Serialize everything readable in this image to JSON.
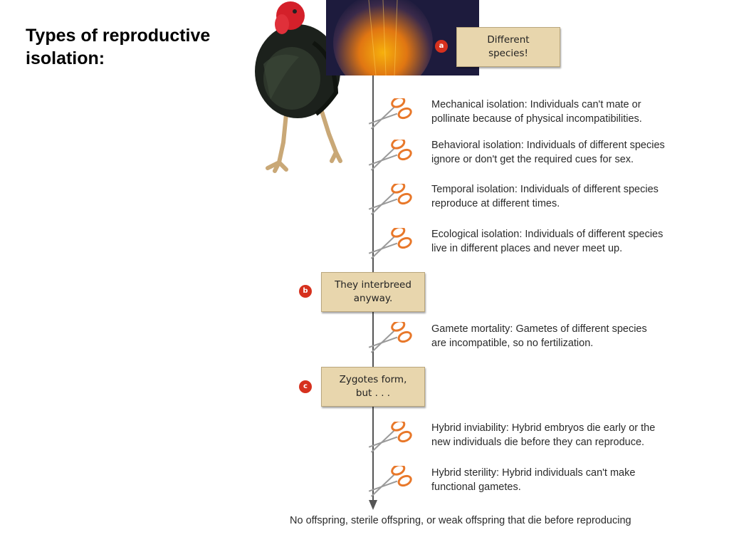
{
  "slide": {
    "title_line1": "Types of reproductive",
    "title_line2": "isolation:"
  },
  "boxes": {
    "a": {
      "badge": "a",
      "line1": "Different",
      "line2": "species!"
    },
    "b": {
      "badge": "b",
      "line1": "They interbreed",
      "line2": "anyway."
    },
    "c": {
      "badge": "c",
      "line1": "Zygotes form,",
      "line2": "but . . ."
    }
  },
  "barriers": [
    {
      "line1": "Mechanical isolation: Individuals can't mate or",
      "line2": "pollinate because of physical incompatibilities."
    },
    {
      "line1": "Behavioral isolation: Individuals of different species",
      "line2": "ignore or don't get the required cues for sex."
    },
    {
      "line1": "Temporal isolation: Individuals of different species",
      "line2": "reproduce at different times."
    },
    {
      "line1": "Ecological isolation: Individuals of different species",
      "line2": "live in different places and never meet up."
    },
    {
      "line1": "Gamete mortality: Gametes of different species",
      "line2": "are incompatible, so no fertilization."
    },
    {
      "line1": "Hybrid inviability: Hybrid embryos die early or the",
      "line2": "new individuals die before they can reproduce."
    },
    {
      "line1": "Hybrid sterility: Hybrid individuals can't make",
      "line2": "functional gametes."
    }
  ],
  "outcome": "No offspring, sterile offspring, or weak offspring that die before reproducing",
  "colors": {
    "box_fill": "#e8d6ad",
    "badge": "#d6311e",
    "scissors": "#e8782a",
    "axis": "#555555"
  },
  "icons": {
    "barrier": "scissors-icon",
    "bird": "turkey-illustration",
    "photo": "feather-photo"
  }
}
